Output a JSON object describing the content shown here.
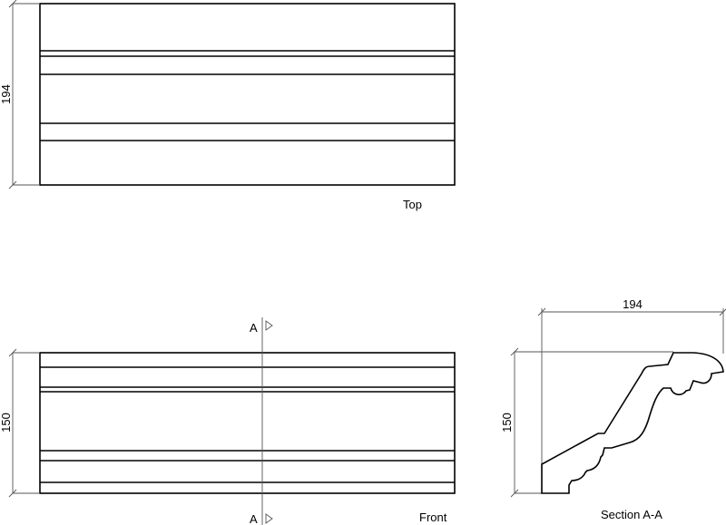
{
  "drawing": {
    "top_view": {
      "label": "Top",
      "height_dim": "194"
    },
    "front_view": {
      "label": "Front",
      "height_dim": "150",
      "section_mark": "A"
    },
    "section_view": {
      "label": "Section A-A",
      "width_dim": "194",
      "height_dim": "150"
    }
  },
  "colors": {
    "line": "#000000",
    "dim_line": "#555555",
    "background": "#ffffff"
  }
}
